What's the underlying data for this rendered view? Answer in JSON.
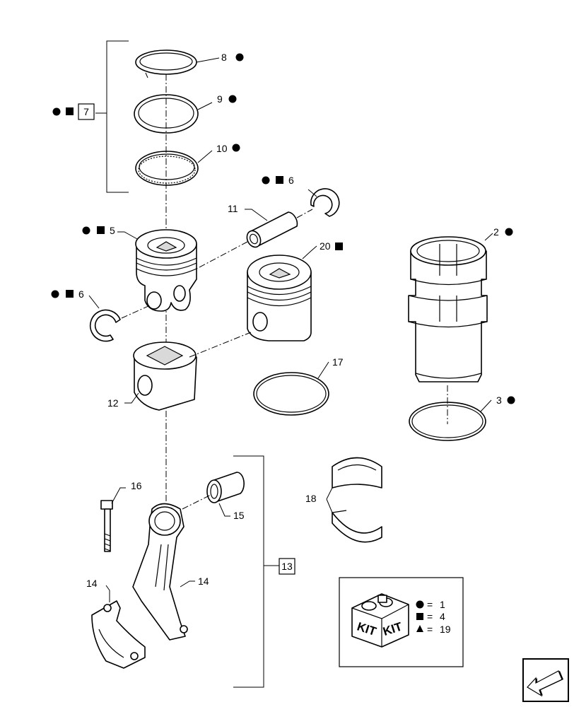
{
  "callouts": {
    "c8": "8",
    "c9": "9",
    "c10": "10",
    "c7": "7",
    "c6a": "6",
    "c11": "11",
    "c5": "5",
    "c20": "20",
    "c2": "2",
    "c6b": "6",
    "c17": "17",
    "c12": "12",
    "c3": "3",
    "c16": "16",
    "c15": "15",
    "c18": "18",
    "c13": "13",
    "c14a": "14",
    "c14b": "14"
  },
  "symbols": {
    "circle": "circle-symbol",
    "square": "square-symbol",
    "triangle": "triangle-symbol"
  },
  "kit_legend": {
    "box_label_1": "KIT",
    "box_label_2": "KIT",
    "rows": [
      {
        "symbol": "circle-symbol",
        "eq": "=",
        "value": "1"
      },
      {
        "symbol": "square-symbol",
        "eq": "=",
        "value": "4"
      },
      {
        "symbol": "triangle-symbol",
        "eq": "=",
        "value": "19"
      }
    ]
  },
  "nav_icon": "arrow-nav-icon",
  "colors": {
    "line": "#000000",
    "background": "#ffffff"
  }
}
